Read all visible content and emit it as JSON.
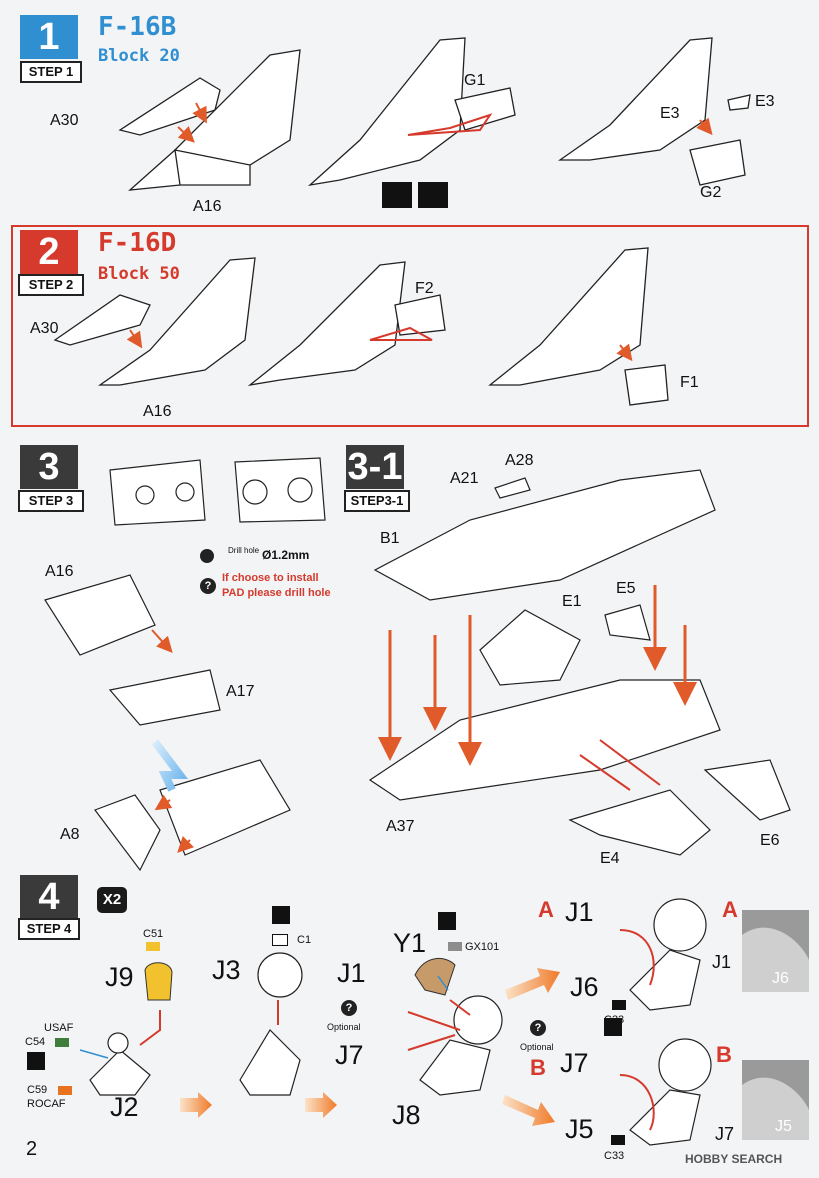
{
  "step1": {
    "num": "1",
    "label": "STEP 1",
    "title": "F-16B",
    "subtitle": "Block 20",
    "parts": {
      "a30": "A30",
      "a16": "A16",
      "g1": "G1",
      "e3a": "E3",
      "e3b": "E3",
      "g2": "G2"
    }
  },
  "step2": {
    "num": "2",
    "label": "STEP 2",
    "title": "F-16D",
    "subtitle": "Block 50",
    "parts": {
      "a30": "A30",
      "a16": "A16",
      "f2": "F2",
      "f1": "F1"
    }
  },
  "step3": {
    "num": "3",
    "label": "STEP 3",
    "drill_label": "Drill hole",
    "drill_size": "Ø1.2mm",
    "note_line1": "If  choose to install",
    "note_line2": "PAD please drill  hole",
    "parts": {
      "a16": "A16",
      "a17": "A17",
      "a8": "A8"
    }
  },
  "step31": {
    "num": "3-1",
    "label": "STEP3-1",
    "parts": {
      "a21": "A21",
      "a28": "A28",
      "b1": "B1",
      "e1": "E1",
      "e5": "E5",
      "a37": "A37",
      "e4": "E4",
      "e6": "E6"
    }
  },
  "step4": {
    "num": "4",
    "label": "STEP 4",
    "multiplier": "X2",
    "parts": {
      "c51": "C51",
      "j9": "J9",
      "j3": "J3",
      "c1": "C1",
      "y1": "Y1",
      "gx101": "GX101",
      "j1": "J1",
      "j7": "J7",
      "j8": "J8",
      "j2": "J2",
      "c54": "C54",
      "usaf": "USAF",
      "c59": "C59",
      "rocaf": "ROCAF",
      "optional_a": "Optional",
      "optional_b": "Optional"
    },
    "variant_a": {
      "tag": "A",
      "j1": "J1",
      "j6": "J6",
      "c33": "C33",
      "photo_j1": "J1",
      "photo_j6": "J6"
    },
    "variant_b": {
      "tag": "B",
      "j7": "J7",
      "j5": "J5",
      "c33": "C33",
      "photo_j7": "J7",
      "photo_j5": "J5"
    }
  },
  "colors": {
    "paint_yellow": "#f2c12e",
    "paint_green": "#3f7d3a",
    "paint_orange": "#e8731f",
    "paint_grey": "#8d8d8d",
    "accent_red": "#d53a2c",
    "accent_blue": "#2f8fd0"
  },
  "page_number": "2",
  "watermark": "HOBBY SEARCH"
}
